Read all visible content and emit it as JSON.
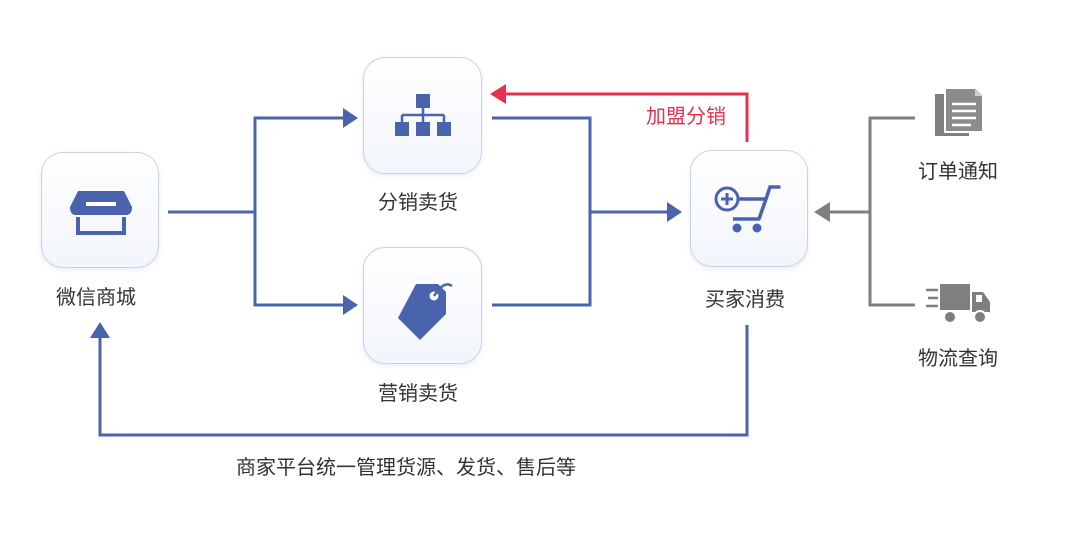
{
  "nodes": {
    "wechat_mall": "微信商城",
    "distribution_sales": "分销卖货",
    "marketing_sales": "营销卖货",
    "buyer_consumption": "买家消费",
    "order_notice": "订单通知",
    "logistics_query": "物流查询"
  },
  "edges": {
    "franchise_distribution": "加盟分销",
    "merchant_platform": "商家平台统一管理货源、发货、售后等"
  },
  "colors": {
    "flow_blue": "#4a63ad",
    "accent_red": "#e8304f",
    "support_gray": "#7f7f7f"
  },
  "icons": {
    "wechat_mall": "storefront-icon",
    "distribution_sales": "hierarchy-icon",
    "marketing_sales": "price-tag-icon",
    "buyer_consumption": "shopping-cart-icon",
    "order_notice": "document-icon",
    "logistics_query": "delivery-truck-icon"
  }
}
